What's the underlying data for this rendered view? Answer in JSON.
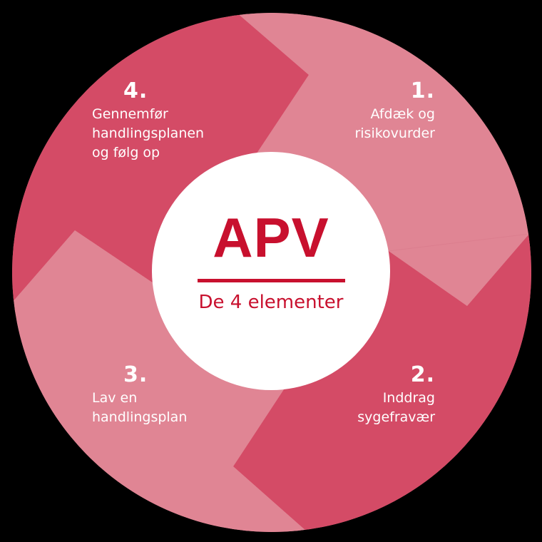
{
  "colors": {
    "background": "#000000",
    "segment_dark": "#d44b66",
    "segment_light": "#e08594",
    "center_fill": "#ffffff",
    "accent_red": "#c8102e",
    "label_text": "#ffffff"
  },
  "center": {
    "title": "APV",
    "subtitle": "De 4 elementer"
  },
  "steps": [
    {
      "number": "1.",
      "lines": [
        "Afdæk og",
        "risikovurder"
      ]
    },
    {
      "number": "2.",
      "lines": [
        "Inddrag",
        "sygefravær"
      ]
    },
    {
      "number": "3.",
      "lines": [
        "Lav en",
        "handlingsplan"
      ]
    },
    {
      "number": "4.",
      "lines": [
        "Gennemfør",
        "handlingsplanen",
        "og følg op"
      ]
    }
  ]
}
